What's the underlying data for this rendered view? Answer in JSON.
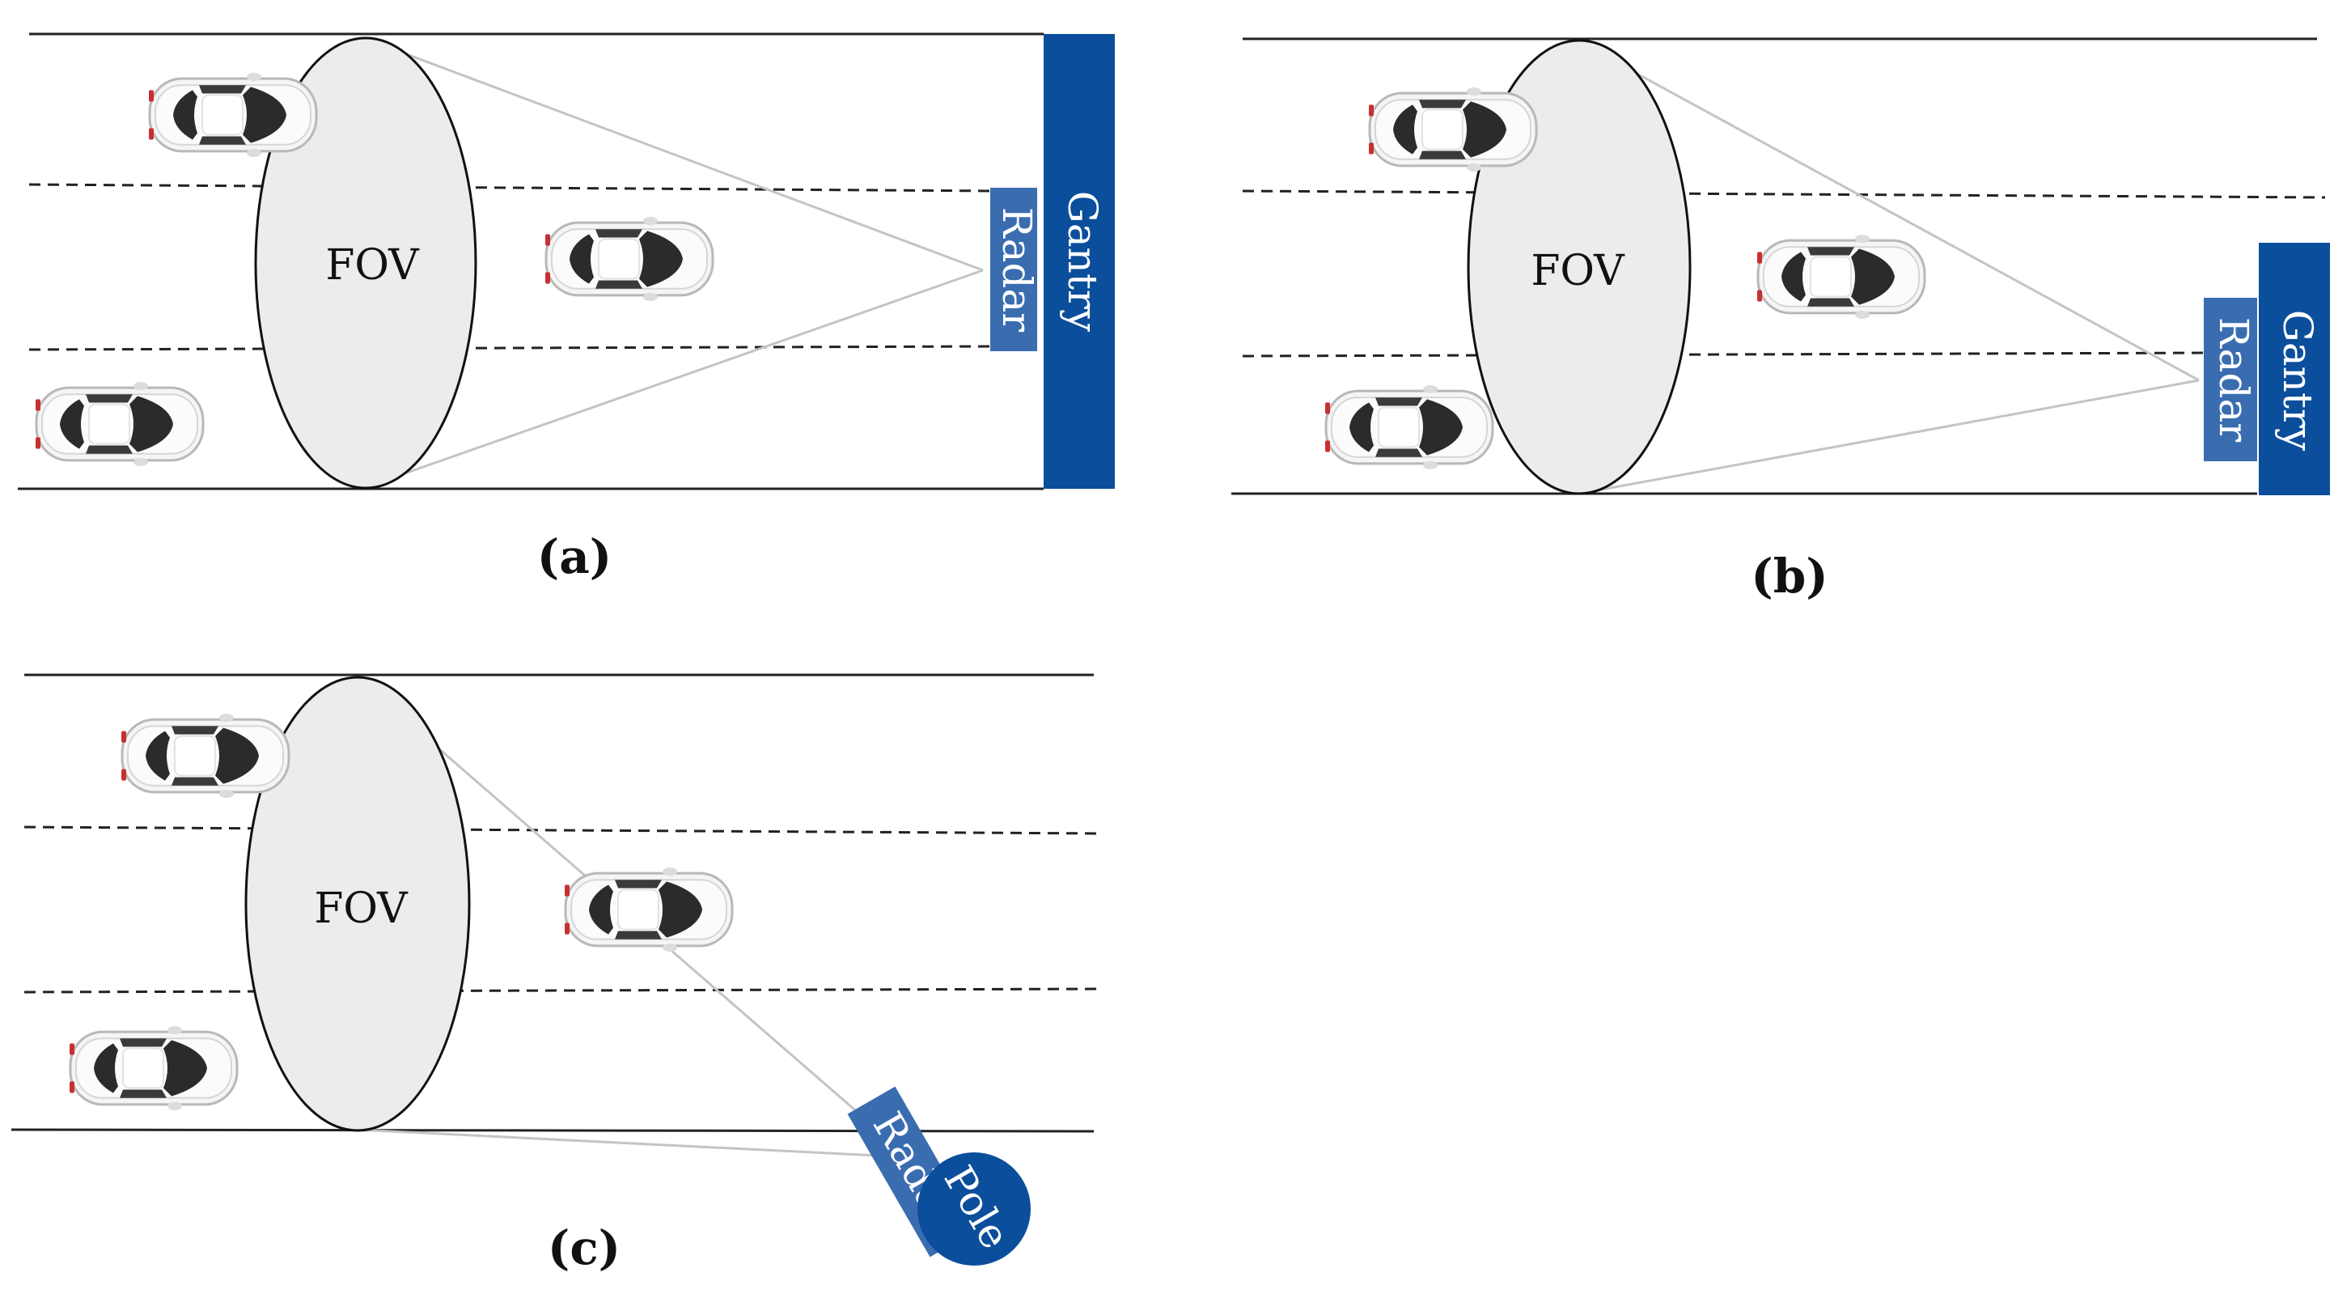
{
  "panels": {
    "a": {
      "caption": "(a)",
      "fov_label": "FOV",
      "radar_label": "Radar",
      "gantry_label": "Gantry"
    },
    "b": {
      "caption": "(b)",
      "fov_label": "FOV",
      "radar_label": "Radar",
      "gantry_label": "Gantry"
    },
    "c": {
      "caption": "(c)",
      "fov_label": "FOV",
      "radar_label": "Radar",
      "pole_label": "Pole"
    }
  },
  "colors": {
    "gantry": "#0b4e9b",
    "radar": "#3a6db0",
    "fov_fill": "#ececec",
    "lane_line": "#222222",
    "beam_line": "#c4c4c4",
    "car_body": "#f4f4f4",
    "car_glass": "#2a2a2a"
  },
  "icons": {
    "car": "car-top-view-icon"
  }
}
